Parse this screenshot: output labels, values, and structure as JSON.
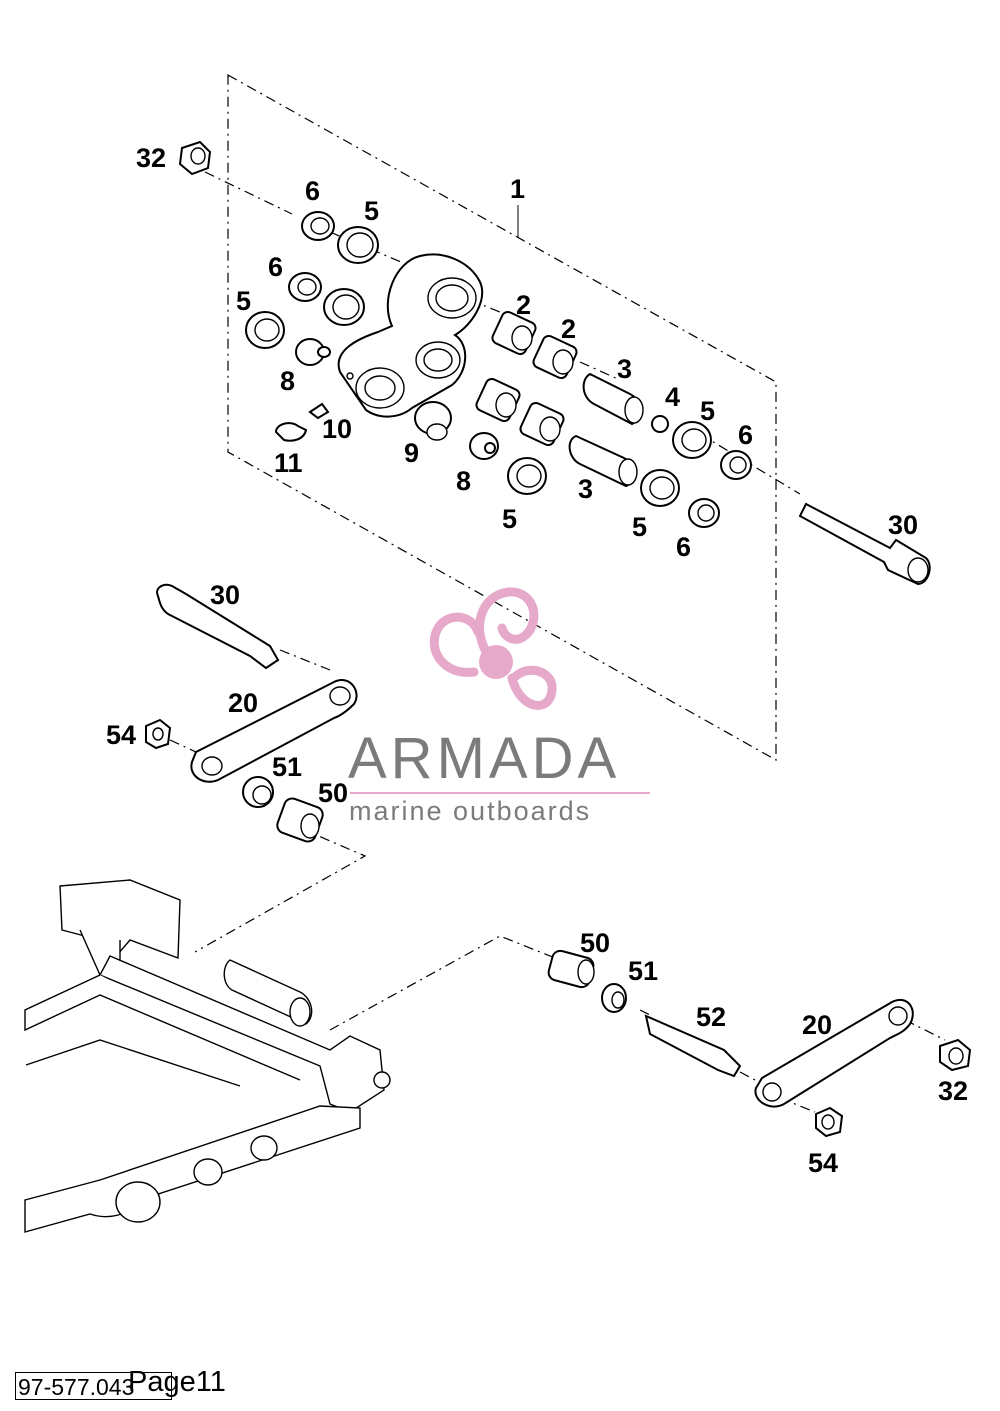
{
  "callouts": [
    {
      "id": "c1",
      "text": "1"
    },
    {
      "id": "c32a",
      "text": "32"
    },
    {
      "id": "c6a",
      "text": "6"
    },
    {
      "id": "c5a",
      "text": "5"
    },
    {
      "id": "c6b",
      "text": "6"
    },
    {
      "id": "c5b",
      "text": "5"
    },
    {
      "id": "c2a",
      "text": "2"
    },
    {
      "id": "c2b",
      "text": "2"
    },
    {
      "id": "c8a",
      "text": "8"
    },
    {
      "id": "c3a",
      "text": "3"
    },
    {
      "id": "c4",
      "text": "4"
    },
    {
      "id": "c5c",
      "text": "5"
    },
    {
      "id": "c6c",
      "text": "6"
    },
    {
      "id": "c10",
      "text": "10"
    },
    {
      "id": "c11",
      "text": "11"
    },
    {
      "id": "c9",
      "text": "9"
    },
    {
      "id": "c8b",
      "text": "8"
    },
    {
      "id": "c3b",
      "text": "3"
    },
    {
      "id": "c5d",
      "text": "5"
    },
    {
      "id": "c5e",
      "text": "5"
    },
    {
      "id": "c6d",
      "text": "6"
    },
    {
      "id": "c30a",
      "text": "30"
    },
    {
      "id": "c30b",
      "text": "30"
    },
    {
      "id": "c20a",
      "text": "20"
    },
    {
      "id": "c54a",
      "text": "54"
    },
    {
      "id": "c51a",
      "text": "51"
    },
    {
      "id": "c50a",
      "text": "50"
    },
    {
      "id": "c50b",
      "text": "50"
    },
    {
      "id": "c51b",
      "text": "51"
    },
    {
      "id": "c52",
      "text": "52"
    },
    {
      "id": "c20b",
      "text": "20"
    },
    {
      "id": "c32b",
      "text": "32"
    },
    {
      "id": "c54b",
      "text": "54"
    }
  ],
  "watermark": {
    "brand": "ARMADA",
    "tagline": "marine outboards",
    "logo_icon": "propeller-logo-icon",
    "accent_color": "#e7a9c9",
    "text_color": "#7b7b7b"
  },
  "footer": {
    "code": "97-577.043",
    "page": "Page11"
  }
}
